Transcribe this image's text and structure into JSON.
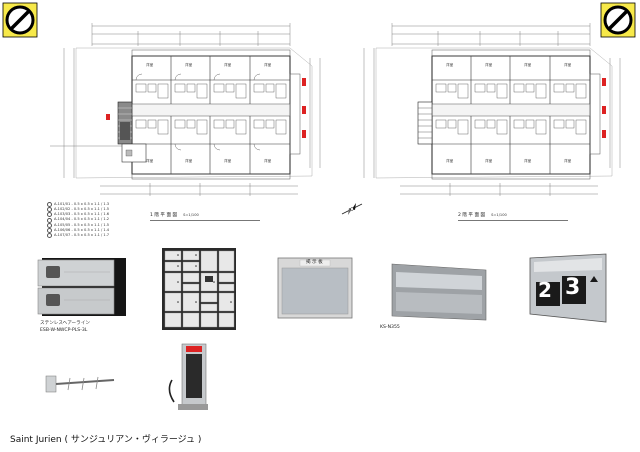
{
  "caption": "Saint Jurien ( サンジュリアン・ヴィラージュ )",
  "plans": {
    "left_label": "1 階 平 面 図",
    "right_label": "2 階 平 面 図",
    "left_scale": "S=1/100",
    "right_scale": "S=1/100",
    "room_label": "洋室"
  },
  "legend": {
    "rows": [
      "A-101/01 - 0.5 x 0.5 x 1.1 / 1.3",
      "A-102/02 - 0.5 x 0.5 x 1.1 / 1.5",
      "A-103/03 - 0.5 x 0.5 x 1.1 / 1.6",
      "A-104/04 - 0.5 x 0.5 x 1.1 / 1.2",
      "A-105/05 - 0.5 x 0.5 x 1.1 / 1.5",
      "A-106/06 - 0.5 x 0.5 x 1.1 / 1.4",
      "A-107/07 - 0.5 x 0.5 x 1.1 / 1.7"
    ]
  },
  "products": {
    "mailbox_caption_1": "ステンレスヘアーライン",
    "mailbox_caption_2": "ESB-W-NWCP-PLS-3L",
    "panel_title": "掲 示 板",
    "nameplate_model": "KS-N355",
    "sign_digit_a": "2",
    "sign_digit_b": "3"
  },
  "colors": {
    "badge_yellow": "#f7e94a",
    "stairs_gray": "#8a8a8a",
    "plate_silver": "#b8bec4"
  },
  "icons": [
    "no-entry-icon",
    "compass-icon",
    "arrow-up-icon"
  ]
}
